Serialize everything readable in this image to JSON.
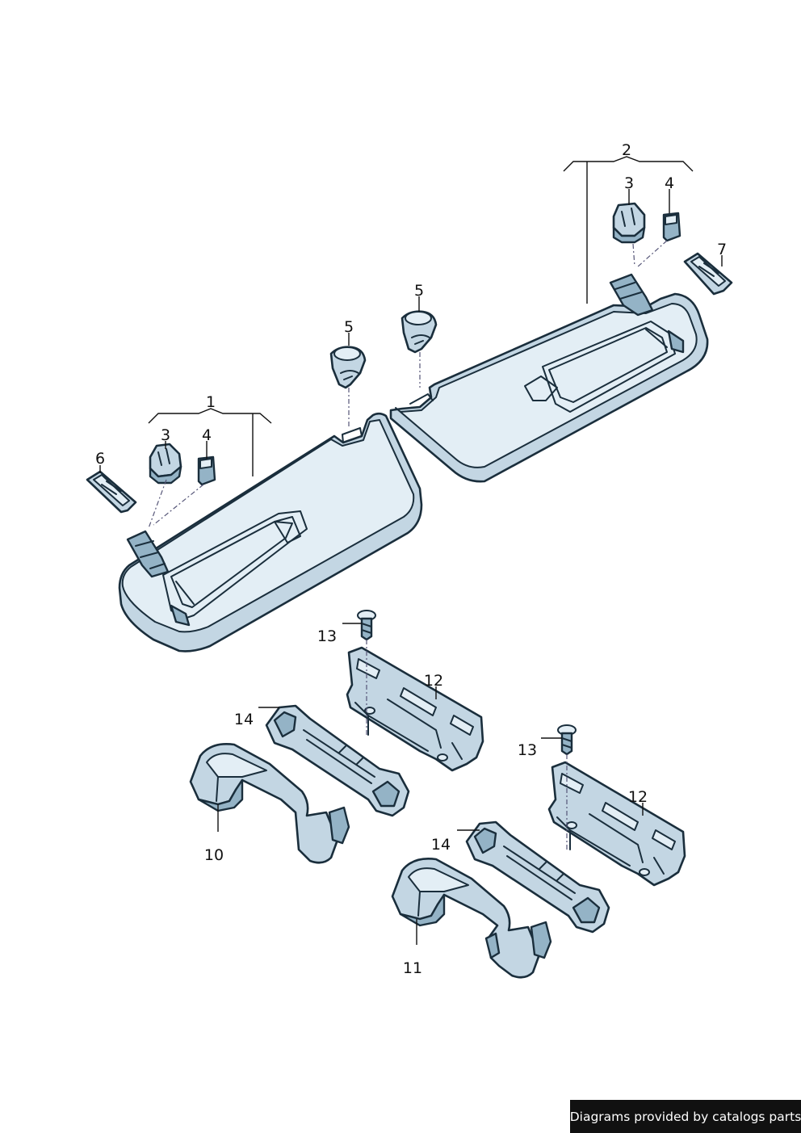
{
  "callouts": {
    "c1": "1",
    "c2": "2",
    "c3a": "3",
    "c3b": "3",
    "c4a": "4",
    "c4b": "4",
    "c5a": "5",
    "c5b": "5",
    "c6": "6",
    "c7": "7",
    "c10": "10",
    "c11": "11",
    "c12a": "12",
    "c12b": "12",
    "c13a": "13",
    "c13b": "13",
    "c14a": "14",
    "c14b": "14"
  },
  "credit": "Diagrams provided by catalogs parts",
  "colors": {
    "part_fill": "#c3d6e3",
    "outline": "#1a2e3c",
    "credit_bg": "#111111"
  }
}
